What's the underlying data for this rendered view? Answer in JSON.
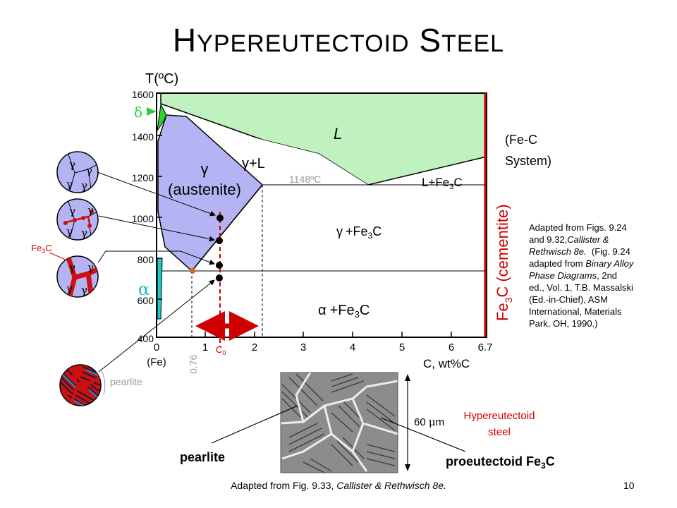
{
  "title": {
    "first_initial": "H",
    "first_rest": "YPEREUTECTOID",
    "second_initial": "S",
    "second_rest": "TEEL"
  },
  "axes": {
    "y_label": "T(ºC)",
    "y_ticks": [
      "1600",
      "1400",
      "1200",
      "1000",
      "800",
      "600",
      "400"
    ],
    "x_ticks": [
      "0",
      "1",
      "2",
      "3",
      "4",
      "5",
      "6",
      "6.7"
    ],
    "x_origin_sub": "(Fe)",
    "x_label": "C, wt%C",
    "c0_label": "C",
    "c0_sub": "0",
    "eutectoid_comp": "0.76"
  },
  "regions": {
    "liquid": "L",
    "gamma_plus_l": "+L",
    "gamma": "γ",
    "austenite": "(austenite)",
    "eutectic_temp": "1148ºC",
    "l_fe3c_pre": "L+Fe",
    "l_fe3c_sub": "3",
    "l_fe3c_post": "C",
    "gamma_fe3c_pre": "+Fe",
    "gamma_fe3c_sub": "3",
    "gamma_fe3c_post": "C",
    "alpha": "α",
    "alpha_fe3c_pre": "+Fe",
    "alpha_fe3c_sub": "3",
    "alpha_fe3c_post": "C",
    "delta": "δ",
    "gamma_symbol": "γ",
    "alpha_symbol": "α"
  },
  "system": {
    "line1": "(Fe-C",
    "line2": "System)"
  },
  "cementite": {
    "pre": "Fe",
    "sub": "3",
    "post": "C (cementite)"
  },
  "citation": {
    "lines": [
      "Adapted from Figs. 9.24",
      "and 9.32,",
      "Callister &",
      "Rethwisch 8e.",
      "(Fig. 9.24",
      "adapted from ",
      "Binary Alloy",
      "Phase Diagrams",
      ", 2nd",
      "ed., Vol. 1, T.B. Massalski",
      "(Ed.-in-Chief), ASM",
      "International, Materials",
      "Park, OH, 1990.)"
    ]
  },
  "micro": {
    "fe3c_pre": "Fe",
    "fe3c_sub": "3",
    "fe3c_post": "C",
    "pearlite_small": "pearlite",
    "scale": "60 ",
    "scale_mu": "μ",
    "scale_unit": "m",
    "hyper_line1": "Hypereutectoid",
    "hyper_line2": "steel",
    "pearlite_label": "pearlite",
    "pro_pre": "proeutectoid Fe",
    "pro_sub": "3",
    "pro_post": "C"
  },
  "footer": {
    "pre": "Adapted from Fig. 9.33, ",
    "italic": "Callister & Rethwisch 8e.",
    "page": "10"
  },
  "colors": {
    "liquid_fill": "#bff2bf",
    "gamma_fill": "#b4b4f4",
    "delta_fill": "#2fd12f",
    "alpha_fill": "#22c8c8",
    "cementite": "#cc0000",
    "tie_line": "#cc0000",
    "grain_red": "#cc1111",
    "grey_text": "#999999"
  }
}
